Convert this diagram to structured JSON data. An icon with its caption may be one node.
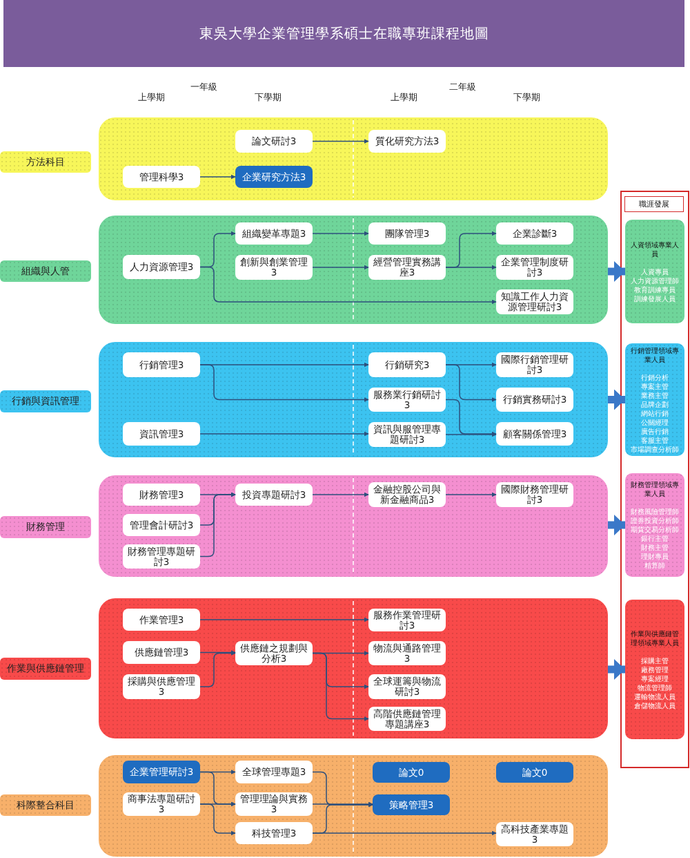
{
  "diagram": {
    "title": "東吳大學企業管理學系碩士在職專班課程地圖",
    "nodes": [
      {
        "text": [
          "方法科目"
        ]
      },
      {
        "text": [],
        "shape": "box"
      },
      {
        "text": [
          "論文研討3"
        ],
        "in": 1
      },
      {
        "text": [
          "質化研究方法3"
        ],
        "in": 1
      },
      {
        "text": [
          "管理科學3"
        ],
        "in": 1
      },
      {
        "text": [
          "企業研究方法3"
        ],
        "in": 1
      },
      {
        "text": [
          "組織與人管"
        ]
      },
      {
        "text": [],
        "shape": "box"
      },
      {
        "text": [
          "組織變革專題3"
        ],
        "in": 7
      },
      {
        "text": [
          "團隊管理3"
        ],
        "in": 7
      },
      {
        "text": [
          "企業診斷3"
        ],
        "in": 7
      },
      {
        "text": [
          "人力資源管理3"
        ],
        "in": 7
      },
      {
        "text": [
          "創新與創業管理3"
        ],
        "in": 7
      },
      {
        "text": [
          "經營管理實務講座3"
        ],
        "in": 7
      },
      {
        "text": [
          "企業管理制度研討3"
        ],
        "in": 7
      },
      {
        "text": [
          "知識工作人力資源管理研討3"
        ],
        "in": 7
      },
      {
        "text": [
          "行銷與資訊管理"
        ]
      },
      {
        "text": [],
        "shape": "box"
      },
      {
        "text": [
          "行銷管理3"
        ],
        "in": 17
      },
      {
        "text": [
          "行銷研究3"
        ],
        "in": 17
      },
      {
        "text": [
          "國際行銷管理研討3"
        ],
        "in": 17
      },
      {
        "text": [
          "服務業行銷研討3"
        ],
        "in": 17
      },
      {
        "text": [
          "行銷實務研討3"
        ],
        "in": 17
      },
      {
        "text": [
          "資訊管理3"
        ],
        "in": 17
      },
      {
        "text": [
          "資訊與服管理專題研討3"
        ],
        "in": 17
      },
      {
        "text": [
          "顧客關係管理3"
        ],
        "in": 17
      },
      {
        "text": [
          "財務管理"
        ]
      },
      {
        "text": [],
        "shape": "box"
      },
      {
        "text": [
          "財務管理3"
        ],
        "in": 27
      },
      {
        "text": [
          "投資專題研討3"
        ],
        "in": 27
      },
      {
        "text": [
          "金融控股公司與新金融商品3"
        ],
        "in": 27
      },
      {
        "text": [
          "國際財務管理研討3"
        ],
        "in": 27
      },
      {
        "text": [
          "管理會計研討3"
        ],
        "in": 27
      },
      {
        "text": [
          "財務管理專題研討3"
        ],
        "in": 27
      },
      {
        "text": [
          "作業與供應鏈管理"
        ]
      },
      {
        "text": [],
        "shape": "box"
      },
      {
        "text": [
          "作業管理3"
        ],
        "in": 35
      },
      {
        "text": [
          "服務作業管理研討3"
        ],
        "in": 35
      },
      {
        "text": [
          "供應鏈管理3"
        ],
        "in": 35
      },
      {
        "text": [
          "供應鏈之規劃與分析3"
        ],
        "in": 35
      },
      {
        "text": [
          "物流與通路管理3"
        ],
        "in": 35
      },
      {
        "text": [
          "採購與供應管理3"
        ],
        "in": 35
      },
      {
        "text": [
          "全球運籌與物流研討3"
        ],
        "in": 35
      },
      {
        "text": [
          "高階供應鏈管理專題講座3"
        ],
        "in": 35
      },
      {
        "text": [
          "科際整合科目"
        ]
      },
      {
        "text": [],
        "shape": "box"
      },
      {
        "text": [
          "企業管理研討3"
        ],
        "in": 45
      },
      {
        "text": [
          "全球管理專題3"
        ],
        "in": 45
      },
      {
        "text": [
          "論文0"
        ],
        "in": 45
      },
      {
        "text": [
          "論文0"
        ],
        "in": 45
      },
      {
        "text": [
          "商事法專題研討3"
        ],
        "in": 45
      },
      {
        "text": [
          "管理理論與實務3"
        ],
        "in": 45
      },
      {
        "text": [
          "策略管理3"
        ],
        "in": 45
      },
      {
        "text": [
          "科技管理3"
        ],
        "in": 45
      },
      {
        "text": [
          "高科技產業專題3"
        ],
        "in": 45
      },
      {
        "text": [
          "職涯發展"
        ]
      },
      {
        "text": [
          "人資領域專業人員",
          "人資專員",
          "人力資源管理師",
          "教育訓練專員",
          "訓練發展人員"
        ],
        "in": 55
      },
      {
        "text": [
          "行銷管理領域專業人員",
          "行銷分析",
          "專案主管",
          "業務主管",
          "品牌企劃",
          "網站行銷",
          "公關經理",
          "廣告行銷",
          "客服主管",
          "市場調查分析師"
        ],
        "in": 55
      },
      {
        "text": [
          "財務管理領域專業人員",
          "財務風險管理師",
          "證券投資分析師",
          "期貨交易分析師",
          "銀行主管",
          "財務主管",
          "理財專員",
          "精算師"
        ],
        "in": 55
      },
      {
        "text": [
          "作業與供應鏈管理領域專業人員",
          "採購主管",
          "廠務管理",
          "專案經理",
          "物流管理師",
          "運輸物流人員",
          "倉儲物流人員"
        ],
        "in": 55
      }
    ],
    "edges": [
      {
        "from": 2,
        "to": 3,
        "arrow": "to"
      },
      {
        "from": 4,
        "to": 5,
        "arrow": "to"
      },
      {
        "from": 11,
        "to": 8,
        "arrow": "to"
      },
      {
        "from": 11,
        "to": 15,
        "arrow": "to"
      },
      {
        "from": 8,
        "to": 9,
        "arrow": "to"
      },
      {
        "from": 12,
        "to": 13,
        "arrow": "to"
      },
      {
        "from": 13,
        "to": 10,
        "arrow": "to"
      },
      {
        "from": 13,
        "to": 14,
        "arrow": "to"
      },
      {
        "from": 18,
        "to": 19,
        "arrow": "to"
      },
      {
        "from": 18,
        "to": 21,
        "arrow": "to"
      },
      {
        "from": 23,
        "to": 24,
        "arrow": "to"
      },
      {
        "from": 19,
        "to": 20,
        "arrow": "to"
      },
      {
        "from": 19,
        "to": 22,
        "arrow": "to"
      },
      {
        "from": 21,
        "to": 25,
        "arrow": "to"
      },
      {
        "from": 24,
        "to": 25,
        "arrow": "to"
      },
      {
        "from": 28,
        "to": 29,
        "arrow": "to"
      },
      {
        "from": 32,
        "to": 29,
        "arrow": "to"
      },
      {
        "from": 33,
        "to": 29,
        "arrow": "to"
      },
      {
        "from": 29,
        "to": 30,
        "arrow": "to"
      },
      {
        "from": 30,
        "to": 31,
        "arrow": "to"
      },
      {
        "from": 36,
        "to": 37,
        "arrow": "to"
      },
      {
        "from": 38,
        "to": 39,
        "arrow": "to"
      },
      {
        "from": 41,
        "to": 39,
        "arrow": "to"
      },
      {
        "from": 39,
        "to": 40,
        "arrow": "to"
      },
      {
        "from": 39,
        "to": 42,
        "arrow": "to"
      },
      {
        "from": 39,
        "to": 43,
        "arrow": "to"
      },
      {
        "from": 46,
        "to": 47,
        "arrow": "to"
      },
      {
        "from": 46,
        "to": 51,
        "arrow": "to"
      },
      {
        "from": 50,
        "to": 51,
        "arrow": "to"
      },
      {
        "from": 50,
        "to": 53,
        "arrow": "to"
      },
      {
        "from": 47,
        "to": 52,
        "arrow": "to"
      },
      {
        "from": 51,
        "to": 52,
        "arrow": "to"
      },
      {
        "from": 53,
        "to": 52,
        "arrow": "to"
      },
      {
        "from": 53,
        "to": 54,
        "arrow": "to"
      },
      {
        "from": 7,
        "to": 56,
        "arrow": "to",
        "style": "thick",
        "color": "#3a78c8"
      },
      {
        "from": 17,
        "to": 57,
        "arrow": "to",
        "style": "thick",
        "color": "#3a78c8"
      },
      {
        "from": 27,
        "to": 58,
        "arrow": "to",
        "style": "thick",
        "color": "#3a78c8"
      },
      {
        "from": 35,
        "to": 59,
        "arrow": "to",
        "style": "thick",
        "color": "#3a78c8"
      }
    ],
    "labels": [
      "一年級",
      "二年級",
      "上學期",
      "下學期",
      "上學期",
      "下學期"
    ]
  }
}
